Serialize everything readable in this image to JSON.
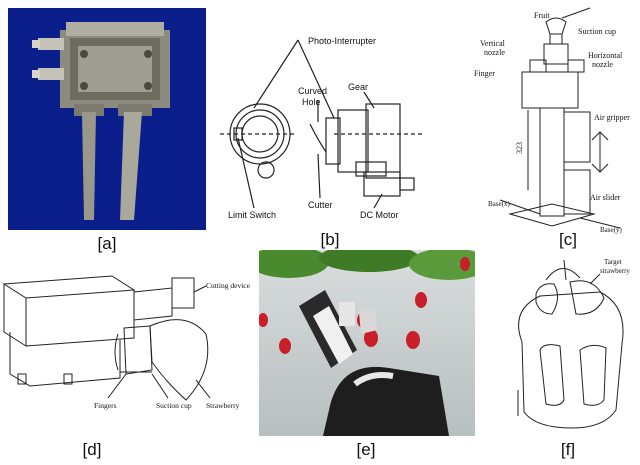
{
  "captions": {
    "a": "[a]",
    "b": "[b]",
    "c": "[c]",
    "d": "[d]",
    "e": "[e]",
    "f": "[f]"
  },
  "panel_b": {
    "photo_interrupter": "Photo-Interrupter",
    "curved_hole": "Curved\nHole",
    "gear": "Gear",
    "limit_switch": "Limit Switch",
    "cutter": "Cutter",
    "dc_motor": "DC Motor"
  },
  "panel_c": {
    "fruit": "Fruit",
    "suction_cup": "Suction cup",
    "vertical_nozzle": "Vertical\nnozzle",
    "horizontal_nozzle": "Horizontal\nnozzle",
    "finger": "Finger",
    "air_gripper": "Air gripper",
    "air_slider": "Air slider",
    "dim": "323",
    "axis_x": "Base(x)",
    "axis_y": "Base(y)"
  },
  "panel_d": {
    "cutting_device": "Cutting device",
    "fingers": "Fingers",
    "suction_cup": "Suction cup",
    "strawberry": "Strawberry"
  },
  "panel_f": {
    "target_strawberry": "Target\nstrawberry"
  },
  "colors": {
    "photo_bg": "#0b1f8c",
    "greenhouse": "#c9cfd0",
    "strawberry": "#c8202a",
    "leaf": "#4a8a2e"
  }
}
